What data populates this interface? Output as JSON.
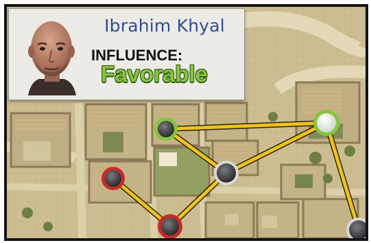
{
  "npc": {
    "name": "Ibrahim Khyal",
    "influence_label": "INFLUENCE:",
    "influence_value": "Favorable"
  },
  "colors": {
    "favorable": "#86c540",
    "hostile": "#c62a2a",
    "neutral": "#3f3f42",
    "selected": "#eef3ea",
    "link": "#efc21e"
  },
  "network": {
    "nodes": [
      {
        "id": "n-green-a",
        "status": "favorable"
      },
      {
        "id": "n-selected",
        "status": "selected"
      },
      {
        "id": "n-hostile-a",
        "status": "hostile"
      },
      {
        "id": "n-neutral-a",
        "status": "neutral"
      },
      {
        "id": "n-hostile-b",
        "status": "hostile"
      },
      {
        "id": "n-neutral-b",
        "status": "neutral"
      }
    ],
    "links": [
      [
        "n-green-a",
        "n-selected"
      ],
      [
        "n-green-a",
        "n-neutral-a"
      ],
      [
        "n-neutral-a",
        "n-selected"
      ],
      [
        "n-neutral-a",
        "n-hostile-b"
      ],
      [
        "n-hostile-a",
        "n-hostile-b"
      ],
      [
        "n-selected",
        "n-neutral-b"
      ]
    ]
  }
}
